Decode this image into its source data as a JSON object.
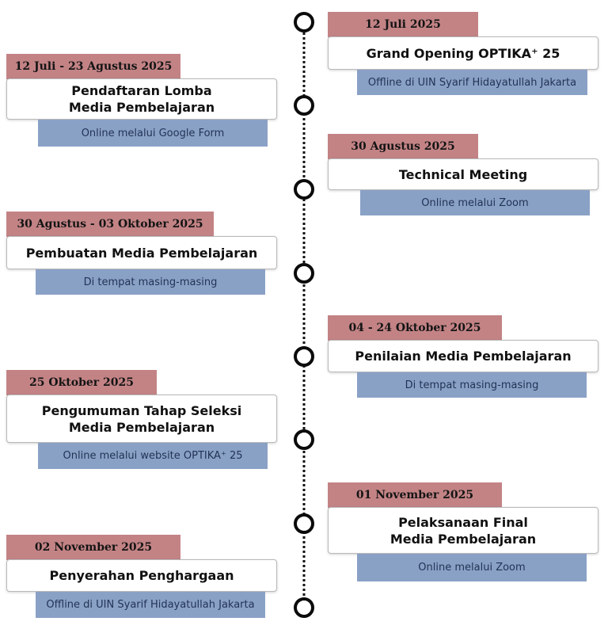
{
  "colors": {
    "date_tag": "#c38385",
    "info_tag": "#8aa1c6",
    "line": "#111111",
    "node_ring": "#0b0b0b"
  },
  "events": [
    {
      "date": "12 Juli 2025",
      "title": "Grand Opening OPTIKA⁺ 25",
      "detail": "Offline di UIN Syarif Hidayatullah Jakarta"
    },
    {
      "date": "12 Juli - 23 Agustus 2025",
      "title": "Pendaftaran Lomba\nMedia Pembelajaran",
      "detail": "Online melalui Google Form"
    },
    {
      "date": "30 Agustus 2025",
      "title": "Technical Meeting",
      "detail": "Online melalui Zoom"
    },
    {
      "date": "30 Agustus - 03 Oktober 2025",
      "title": "Pembuatan Media Pembelajaran",
      "detail": "Di tempat masing-masing"
    },
    {
      "date": "04 - 24 Oktober 2025",
      "title": "Penilaian Media Pembelajaran",
      "detail": "Di tempat masing-masing"
    },
    {
      "date": "25 Oktober 2025",
      "title": "Pengumuman Tahap Seleksi\nMedia Pembelajaran",
      "detail": "Online melalui website OPTIKA⁺ 25"
    },
    {
      "date": "01 November 2025",
      "title": "Pelaksanaan Final\nMedia Pembelajaran",
      "detail": "Online melalui Zoom"
    },
    {
      "date": "02 November 2025",
      "title": "Penyerahan Penghargaan",
      "detail": "Offline di UIN Syarif Hidayatullah Jakarta"
    }
  ]
}
